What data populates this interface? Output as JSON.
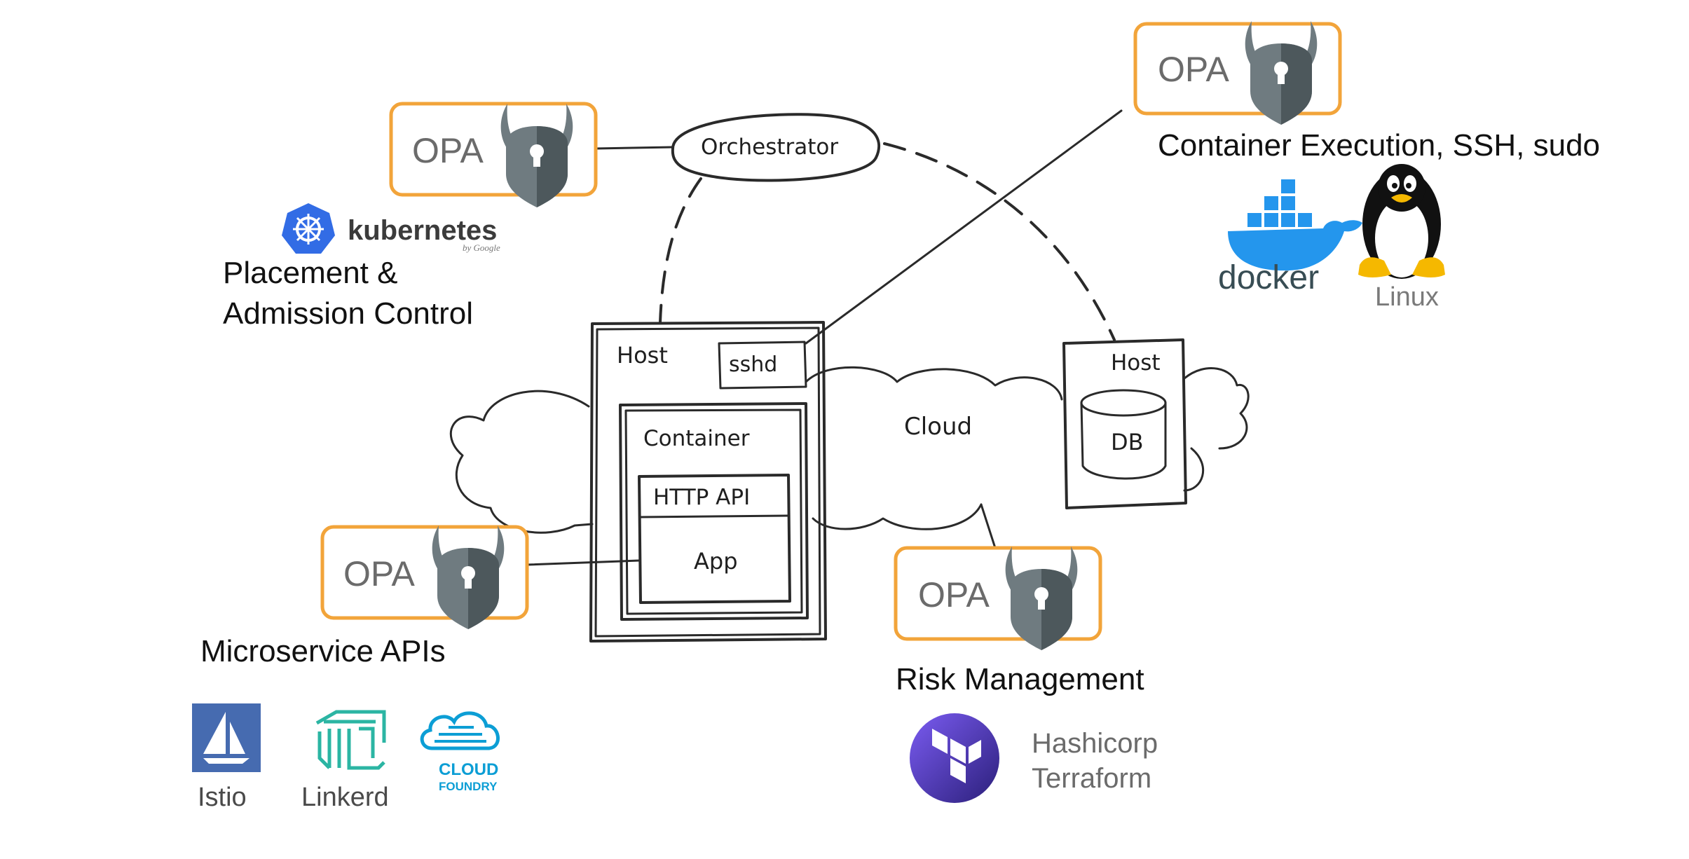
{
  "diagram": {
    "nodes": {
      "orchestrator": "Orchestrator",
      "host_left": "Host",
      "sshd": "sshd",
      "container": "Container",
      "http_api": "HTTP API",
      "app": "App",
      "cloud": "Cloud",
      "host_right": "Host",
      "db": "DB"
    },
    "opa_label": "OPA",
    "groups": {
      "k8s": {
        "logo_text": "kubernetes",
        "logo_sub": "by Google",
        "caption_line1": "Placement &",
        "caption_line2": "Admission Control"
      },
      "exec": {
        "caption": "Container Execution, SSH, sudo",
        "docker": "docker",
        "linux": "Linux"
      },
      "micro": {
        "caption": "Microservice APIs",
        "istio": "Istio",
        "linkerd": "Linkerd",
        "cf_line1": "CLOUD",
        "cf_line2": "FOUNDRY"
      },
      "risk": {
        "caption": "Risk Management",
        "tf_line1": "Hashicorp",
        "tf_line2": "Terraform"
      }
    },
    "colors": {
      "opa_border": "#f2a43a",
      "opa_shield": "#6f7b80",
      "k8s_blue": "#326ce5",
      "docker_blue": "#2496ed",
      "istio_blue": "#466bb0",
      "linkerd_teal": "#2bb5a3",
      "cf_blue": "#0c9ed5",
      "terraform_purple": "#5c4ee5"
    }
  }
}
